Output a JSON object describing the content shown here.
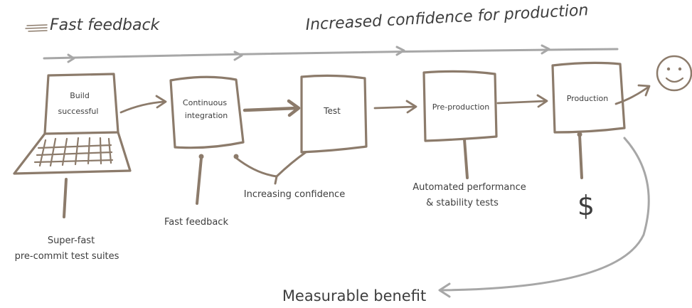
{
  "header": {
    "fast_feedback": "Fast feedback",
    "increased_confidence": "Increased confidence for production"
  },
  "stages": {
    "build": {
      "line1": "Build",
      "line2": "successful"
    },
    "ci": {
      "line1": "Continuous",
      "line2": "integration"
    },
    "test": {
      "label": "Test"
    },
    "preprod": {
      "label": "Pre-production"
    },
    "production": {
      "label": "Production"
    }
  },
  "annotations": {
    "precommit_line1": "Super-fast",
    "precommit_line2": "pre-commit test suites",
    "fast_feedback": "Fast feedback",
    "increasing_confidence": "Increasing confidence",
    "automated_line1": "Automated performance",
    "automated_line2": "& stability tests",
    "dollar": "$",
    "measurable_benefit": "Measurable benefit"
  },
  "colors": {
    "brown": "#8c7b6b",
    "gray": "#a7a7a7",
    "text": "#3e3e3e"
  },
  "icons": [
    "laptop-icon",
    "smiley-icon",
    "dollar-icon"
  ]
}
